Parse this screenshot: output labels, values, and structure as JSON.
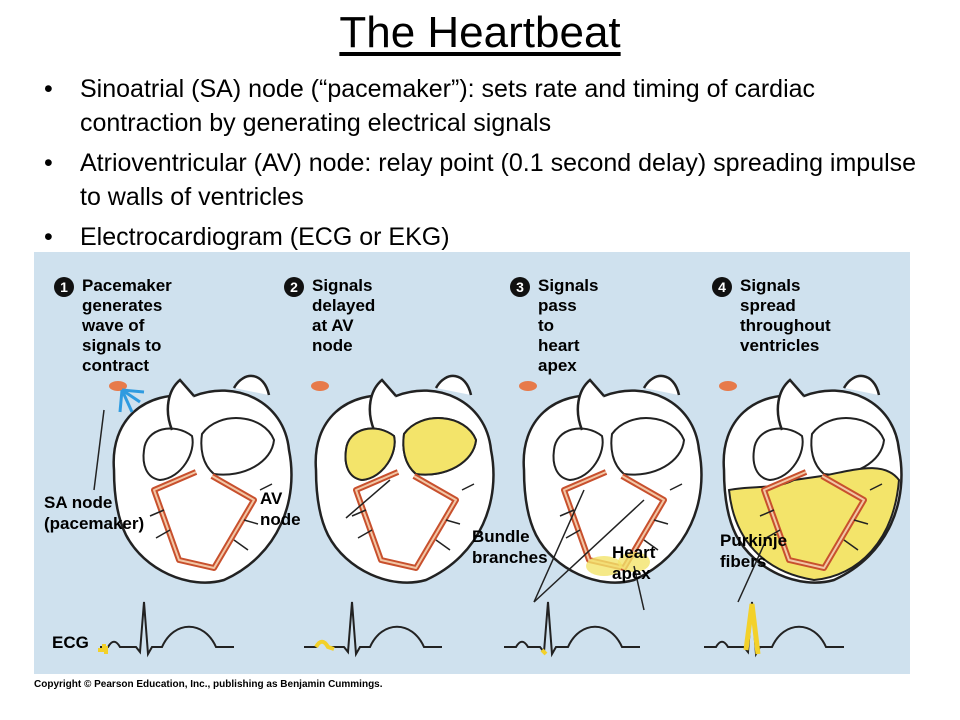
{
  "title": "The Heartbeat",
  "bullets": [
    "Sinoatrial (SA) node (“pacemaker”):  sets rate and timing of cardiac contraction by generating electrical signals",
    "Atrioventricular (AV) node: relay point (0.1 second delay) spreading impulse to walls of ventricles",
    "Electrocardiogram (ECG or EKG)"
  ],
  "steps": [
    {
      "number": "1",
      "text": "Pacemaker\ngenerates wave of\nsignals to contract"
    },
    {
      "number": "2",
      "text": "Signals delayed\nat AV node"
    },
    {
      "number": "3",
      "text": "Signals pass\nto heart apex"
    },
    {
      "number": "4",
      "text": "Signals spread\nthroughout\nventricles"
    }
  ],
  "labels": {
    "sa_node": "SA node\n(pacemaker)",
    "av_node": "AV\nnode",
    "bundle_branches": "Bundle\nbranches",
    "heart_apex": "Heart\napex",
    "purkinje_fibers": "Purkinje\nfibers",
    "ecg": "ECG"
  },
  "colors": {
    "panel": "#cfe1ee",
    "highlight": "#f3e46a",
    "heart_wall": "#ffffff",
    "pathway": "#c8502d",
    "node": "#e77a4a"
  },
  "copyright": "Copyright © Pearson Education, Inc., publishing as Benjamin Cummings."
}
